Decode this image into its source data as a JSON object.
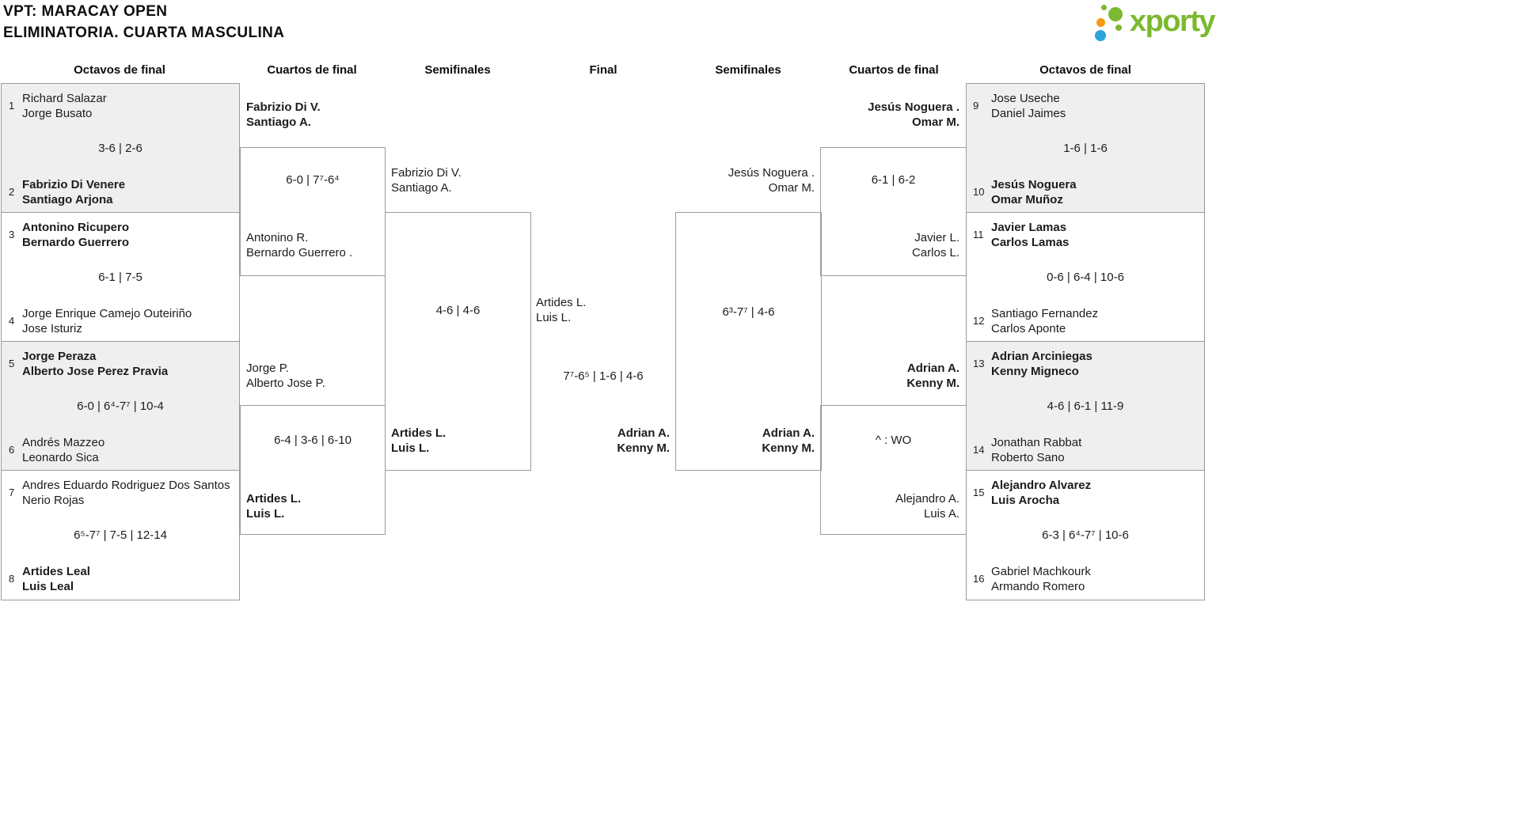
{
  "header": {
    "title_line1": "VPT: MARACAY OPEN",
    "title_line2": "ELIMINATORIA. CUARTA MASCULINA",
    "logo_text": "xporty"
  },
  "columns": {
    "left_r16": "Octavos de final",
    "left_qf": "Cuartos de final",
    "left_sf": "Semifinales",
    "final": "Final",
    "right_sf": "Semifinales",
    "right_qf": "Cuartos de final",
    "right_r16": "Octavos de final"
  },
  "r16_left": [
    {
      "seed_a": "1",
      "team_a1": "Richard Salazar",
      "team_a2": "Jorge Busato",
      "score": "3-6 | 2-6",
      "seed_b": "2",
      "team_b1": "Fabrizio Di Venere",
      "team_b2": "Santiago Arjona"
    },
    {
      "seed_a": "3",
      "team_a1": "Antonino Ricupero",
      "team_a2": "Bernardo Guerrero",
      "score": "6-1 | 7-5",
      "seed_b": "4",
      "team_b1": "Jorge Enrique Camejo Outeiriño",
      "team_b2": "Jose Isturiz"
    },
    {
      "seed_a": "5",
      "team_a1": "Jorge Peraza",
      "team_a2": "Alberto Jose Perez Pravia",
      "score": "6-0 | 6⁴-7⁷ | 10-4",
      "seed_b": "6",
      "team_b1": "Andrés Mazzeo",
      "team_b2": "Leonardo Sica"
    },
    {
      "seed_a": "7",
      "team_a1": "Andres Eduardo Rodriguez Dos Santos",
      "team_a2": "Nerio Rojas",
      "score": "6⁵-7⁷ | 7-5 | 12-14",
      "seed_b": "8",
      "team_b1": "Artides Leal",
      "team_b2": "Luis Leal"
    }
  ],
  "r16_right": [
    {
      "seed_a": "9",
      "team_a1": "Jose Useche",
      "team_a2": "Daniel Jaimes",
      "score": "1-6 | 1-6",
      "seed_b": "10",
      "team_b1": "Jesús Noguera",
      "team_b2": "Omar Muñoz"
    },
    {
      "seed_a": "11",
      "team_a1": "Javier Lamas",
      "team_a2": "Carlos Lamas",
      "score": "0-6 | 6-4 | 10-6",
      "seed_b": "12",
      "team_b1": "Santiago Fernandez",
      "team_b2": "Carlos Aponte"
    },
    {
      "seed_a": "13",
      "team_a1": "Adrian Arciniegas",
      "team_a2": "Kenny Migneco",
      "score": "4-6 | 6-1 | 11-9",
      "seed_b": "14",
      "team_b1": "Jonathan Rabbat",
      "team_b2": "Roberto Sano"
    },
    {
      "seed_a": "15",
      "team_a1": "Alejandro Alvarez",
      "team_a2": "Luis Arocha",
      "score": "6-3 | 6⁴-7⁷ | 10-6",
      "seed_b": "16",
      "team_b1": "Gabriel Machkourk",
      "team_b2": "Armando Romero"
    }
  ],
  "qf_left": [
    {
      "top1": "Fabrizio Di V.",
      "top2": "Santiago A.",
      "score": "6-0 | 7⁷-6⁴",
      "bottom1": "Antonino R.",
      "bottom2": "Bernardo Guerrero ."
    },
    {
      "top1": "Jorge P.",
      "top2": "Alberto Jose P.",
      "score": "6-4 | 3-6 | 6-10",
      "bottom1": "Artides L.",
      "bottom2": "Luis L."
    }
  ],
  "sf_left": {
    "top1": "Fabrizio Di V.",
    "top2": "Santiago A.",
    "score": "4-6 | 4-6",
    "bottom1": "Artides L.",
    "bottom2": "Luis L."
  },
  "final": {
    "top1": "Artides L.",
    "top2": "Luis L.",
    "score": "7⁷-6⁵ | 1-6 | 4-6",
    "bottom1": "Adrian A.",
    "bottom2": "Kenny M."
  },
  "sf_right": {
    "top1": "Jesús Noguera .",
    "top2": "Omar M.",
    "score": "6³-7⁷ | 4-6",
    "bottom1": "Adrian A.",
    "bottom2": "Kenny M."
  },
  "qf_right": [
    {
      "top1": "Jesús Noguera .",
      "top2": "Omar M.",
      "score": "6-1 | 6-2",
      "bottom1": "Javier L.",
      "bottom2": "Carlos L."
    },
    {
      "top1": "Adrian A.",
      "top2": "Kenny M.",
      "score": "^ : WO",
      "bottom1": "Alejandro A.",
      "bottom2": "Luis A."
    }
  ]
}
